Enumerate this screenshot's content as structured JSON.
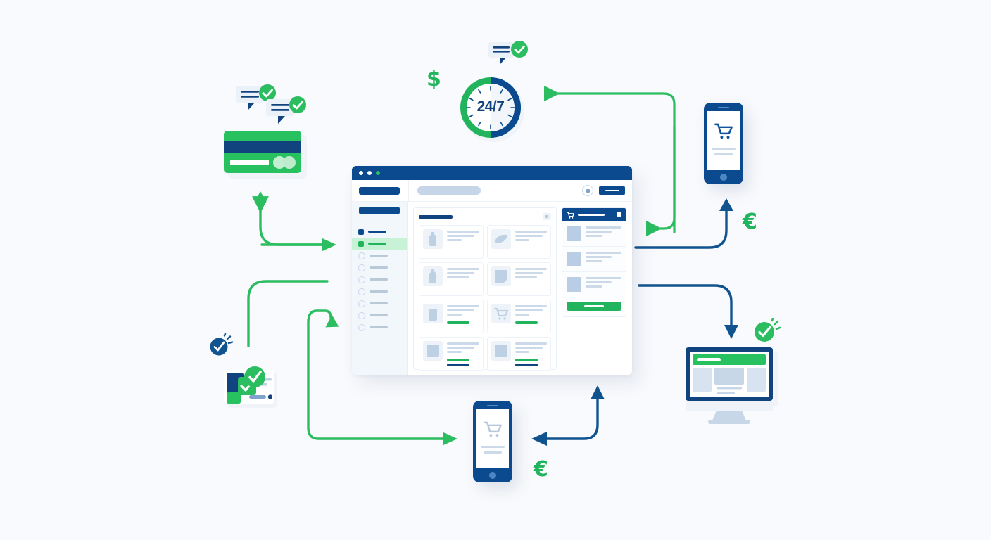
{
  "scene": {
    "title": "E-commerce omnichannel order flow illustration",
    "background_color": "#f9fafd",
    "palette": {
      "navy": "#0b4a8f",
      "navy_dark": "#11447f",
      "green": "#22b45c",
      "green_bright": "#27c15f",
      "light_blue": "#ccd9e8",
      "panel_blue": "#f2f7fc"
    }
  },
  "clock": {
    "label": "24/7",
    "ring_colors": [
      "#22b45c",
      "#0b4a8f"
    ],
    "tick_count": 12,
    "name": "availability-clock"
  },
  "currency": {
    "dollar": "$",
    "euro_right": "€",
    "euro_bottom": "€"
  },
  "browser": {
    "window_dots": [
      "white",
      "white",
      "green"
    ],
    "toolbar": {
      "logo": "",
      "search_placeholder": "",
      "lock_icon": "lock-icon",
      "action_label": ""
    },
    "sidebar": {
      "brand": "",
      "items": [
        {
          "marker": "square-blue",
          "state": "default"
        },
        {
          "marker": "square-green",
          "state": "active"
        },
        {
          "marker": "circle",
          "state": "default"
        },
        {
          "marker": "circle",
          "state": "default"
        },
        {
          "marker": "circle",
          "state": "default"
        },
        {
          "marker": "circle",
          "state": "default"
        },
        {
          "marker": "circle",
          "state": "default"
        },
        {
          "marker": "circle",
          "state": "default"
        },
        {
          "marker": "circle",
          "state": "default"
        }
      ]
    },
    "catalog": {
      "heading": "",
      "view_toggle_icon": "grid-icon",
      "products": [
        {
          "thumb": "bottle-icon",
          "tags": []
        },
        {
          "thumb": "leaf-icon",
          "tags": []
        },
        {
          "thumb": "bottle-icon",
          "tags": []
        },
        {
          "thumb": "box-icon",
          "tags": []
        },
        {
          "thumb": "bag-icon",
          "tags": [
            "green"
          ]
        },
        {
          "thumb": "cart-icon",
          "tags": [
            "green"
          ]
        },
        {
          "thumb": "square-icon",
          "tags": [
            "green",
            "navy"
          ]
        },
        {
          "thumb": "square-icon",
          "tags": [
            "green",
            "navy"
          ]
        }
      ]
    },
    "cart": {
      "header_icon": "shopping-cart-icon",
      "header_label": "",
      "menu_icon": "square-icon",
      "items": [
        {
          "thumb": "product-thumb",
          "lines": 3
        },
        {
          "thumb": "product-thumb",
          "lines": 3
        },
        {
          "thumb": "product-thumb",
          "lines": 3
        }
      ],
      "checkout_label": ""
    }
  },
  "devices": {
    "phone_right": {
      "name": "mobile-phone-right",
      "screen_icon": "shopping-cart-icon"
    },
    "phone_bottom": {
      "name": "mobile-phone-bottom",
      "screen_icon": "shopping-cart-icon"
    },
    "monitor": {
      "name": "desktop-monitor",
      "header_color": "#22b45c",
      "blocks": 3
    }
  },
  "badges": {
    "credit_card": {
      "name": "credit-card",
      "stripe_color": "#0b4a8f",
      "body_color": "#27c15f"
    },
    "chat_bubbles": [
      {
        "name": "chat-bubble-with-check",
        "check": true
      },
      {
        "name": "chat-bubble-with-check",
        "check": true
      },
      {
        "name": "chat-bubble-clock-check",
        "check": true
      }
    ],
    "check_badges": [
      {
        "name": "check-badge-blue",
        "color": "#11538f",
        "sparkles": true
      },
      {
        "name": "check-badge-green-card",
        "color": "#22b45c",
        "sparkles": false
      },
      {
        "name": "check-badge-green-monitor",
        "color": "#22b45c",
        "sparkles": true
      }
    ],
    "payment_card_stack": {
      "name": "payment-card-verified",
      "checks": 2
    }
  },
  "arrows": [
    {
      "name": "arrow-cart-to-clock",
      "color": "#22b45c",
      "direction": "left"
    },
    {
      "name": "arrow-phone-to-browser",
      "color": "#22b45c",
      "direction": "left"
    },
    {
      "name": "arrow-browser-to-card",
      "color": "#22b45c",
      "direction": "up"
    },
    {
      "name": "arrow-to-sidebar",
      "color": "#22b45c",
      "direction": "right"
    },
    {
      "name": "arrow-to-catalog",
      "color": "#22b45c",
      "direction": "right"
    },
    {
      "name": "arrow-bottom-phone-in",
      "color": "#22b45c",
      "direction": "right"
    },
    {
      "name": "arrow-browser-to-phone-right",
      "color": "#11538f",
      "direction": "up"
    },
    {
      "name": "arrow-browser-to-monitor",
      "color": "#11538f",
      "direction": "down"
    },
    {
      "name": "arrow-phone-bottom-return",
      "color": "#11538f",
      "direction": "left-up"
    }
  ]
}
